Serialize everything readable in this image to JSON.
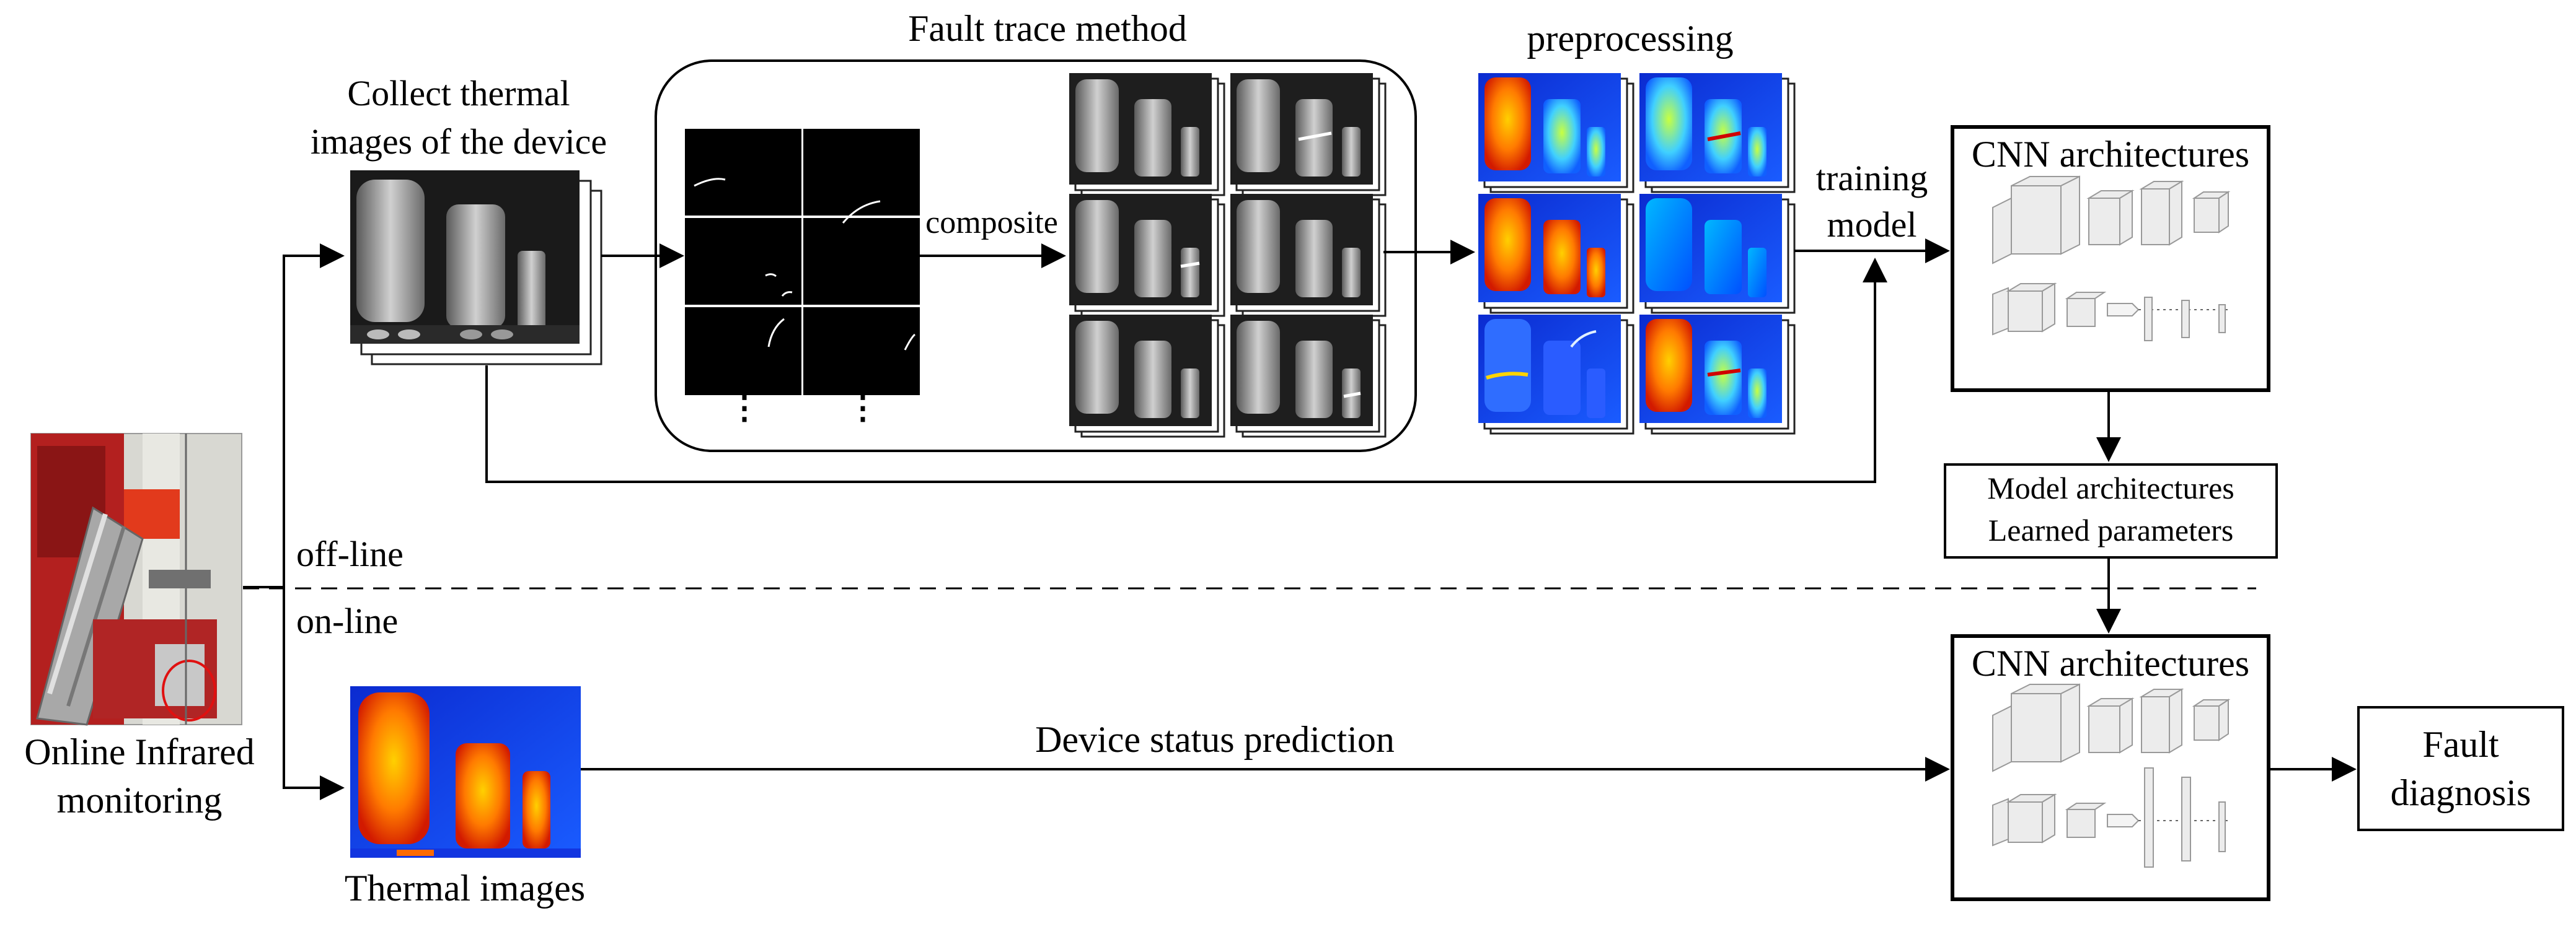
{
  "labels": {
    "fault_trace_title": "Fault trace method",
    "collect_line1": "Collect thermal",
    "collect_line2": "images of the device",
    "preprocessing": "preprocessing",
    "composite": "composite",
    "training_line1": "training",
    "training_line2": "model",
    "cnn_top": "CNN architectures",
    "model_arch_line1": "Model architectures",
    "model_arch_line2": "Learned parameters",
    "off_line": "off-line",
    "on_line": "on-line",
    "online_line1": "Online Infrared",
    "online_line2": "monitoring",
    "device_status": "Device status prediction",
    "cnn_bottom": "CNN architectures",
    "fault_line1": "Fault",
    "fault_line2": "diagnosis",
    "thermal_images": "Thermal images",
    "ellipsis": "⋮"
  },
  "colors": {
    "cabinet_red": "#b3201f",
    "thermal_hot": "#ff8a00",
    "thermal_cold": "#0a2fd8",
    "line": "#000000"
  }
}
